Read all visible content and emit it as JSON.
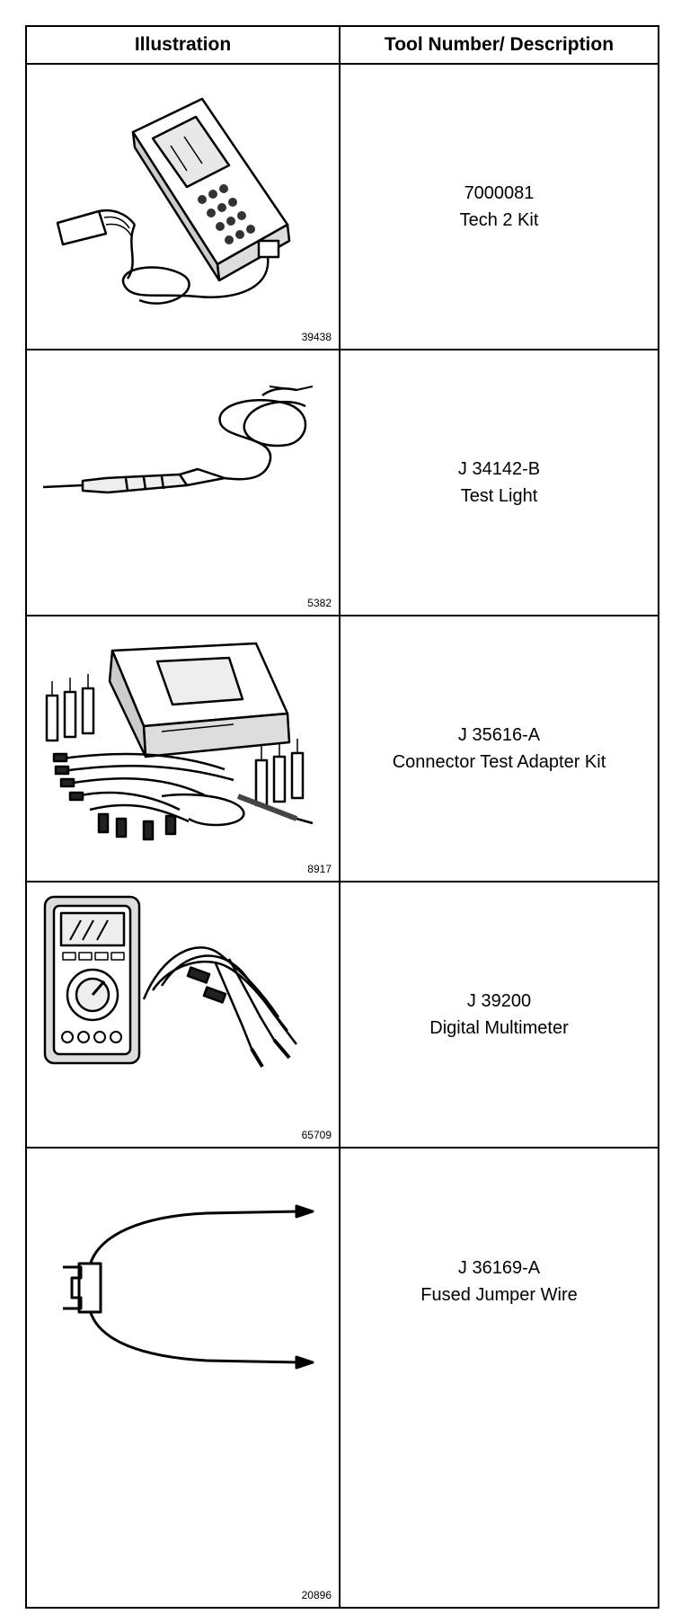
{
  "header": {
    "illustration": "Illustration",
    "tool_number_description": "Tool Number/ Description"
  },
  "tools": [
    {
      "figure_number": "39438",
      "tool_number": "7000081",
      "description": "Tech 2 Kit",
      "icon": "scan-tool-icon"
    },
    {
      "figure_number": "5382",
      "tool_number": "J 34142-B",
      "description": "Test Light",
      "icon": "test-light-icon"
    },
    {
      "figure_number": "8917",
      "tool_number": "J 35616-A",
      "description": "Connector Test Adapter Kit",
      "icon": "adapter-kit-icon"
    },
    {
      "figure_number": "65709",
      "tool_number": "J 39200",
      "description": "Digital Multimeter",
      "icon": "multimeter-icon"
    },
    {
      "figure_number": "20896",
      "tool_number": "J 36169-A",
      "description": "Fused Jumper Wire",
      "icon": "jumper-wire-icon"
    }
  ]
}
